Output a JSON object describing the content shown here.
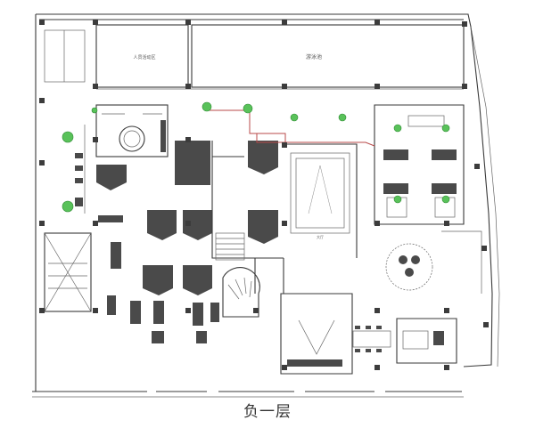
{
  "caption": "负一层",
  "labels": {
    "pool": "游泳池",
    "room_top_left": "人员活动区",
    "hall": "大厅"
  }
}
